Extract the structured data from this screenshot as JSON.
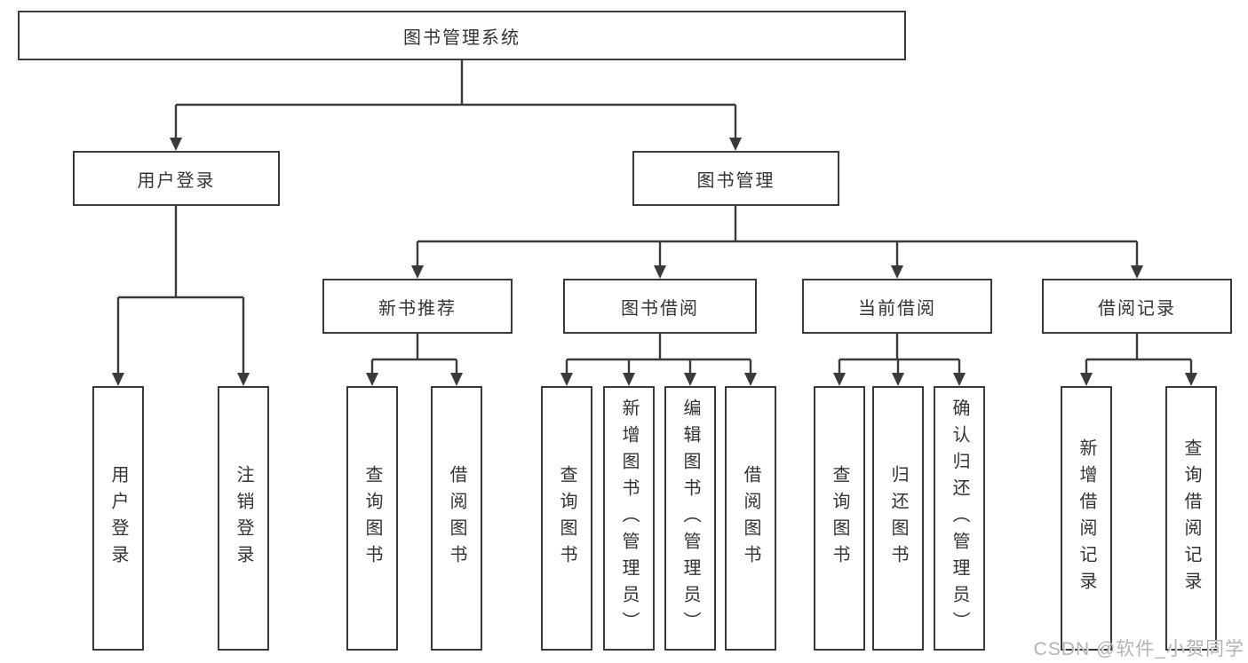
{
  "tree": {
    "root": {
      "label": "图书管理系统"
    },
    "branches": [
      {
        "label": "用户登录",
        "leaves": [
          "用户登录",
          "注销登录"
        ]
      },
      {
        "label": "图书管理",
        "children": [
          {
            "label": "新书推荐",
            "leaves": [
              "查询图书",
              "借阅图书"
            ]
          },
          {
            "label": "图书借阅",
            "leaves": [
              "查询图书",
              "新增图书（管理员）",
              "编辑图书（管理员）",
              "借阅图书"
            ]
          },
          {
            "label": "当前借阅",
            "leaves": [
              "查询图书",
              "归还图书",
              "确认归还（管理员）"
            ]
          },
          {
            "label": "借阅记录",
            "leaves": [
              "新增借阅记录",
              "查询借阅记录"
            ]
          }
        ]
      }
    ]
  },
  "watermark": "CSDN @软件_小贺同学",
  "colors": {
    "line": "#3a3a3a",
    "text": "#333333",
    "background": "#ffffff",
    "watermark": "#b3b3b3"
  }
}
